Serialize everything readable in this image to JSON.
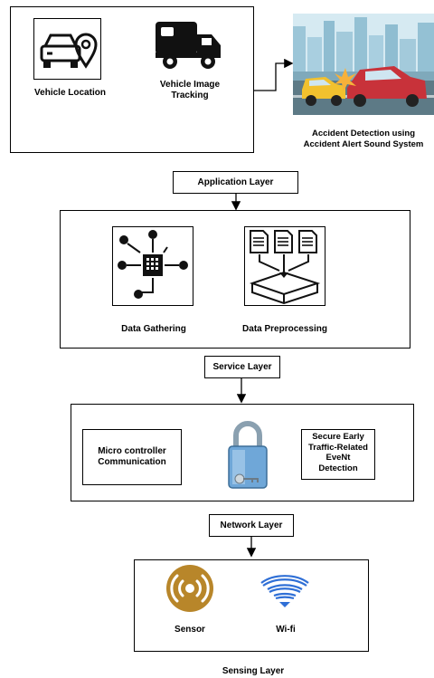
{
  "app_section": {
    "vehicle_location": "Vehicle Location",
    "vehicle_image_tracking": "Vehicle Image\nTracking",
    "accident_detection": "Accident Detection using\nAccident Alert Sound System"
  },
  "application_layer": "Application Layer",
  "service_section": {
    "data_gathering": "Data Gathering",
    "data_preprocessing": "Data Preprocessing"
  },
  "service_layer": "Service Layer",
  "network_section": {
    "micro_controller": "Micro controller\nCommunication",
    "secure_event": "Secure Early\nTraffic-Related\nEveNt\nDetection"
  },
  "network_layer": "Network Layer",
  "sensing_section": {
    "sensor": "Sensor",
    "wifi": "Wi-fi"
  },
  "sensing_layer": "Sensing Layer",
  "colors": {
    "sensor_gold": "#b8862a",
    "wifi_blue": "#2f6fd6",
    "car_red": "#c8323a",
    "car_yellow": "#f2c12e",
    "lock_blue": "#6fa7d8"
  }
}
